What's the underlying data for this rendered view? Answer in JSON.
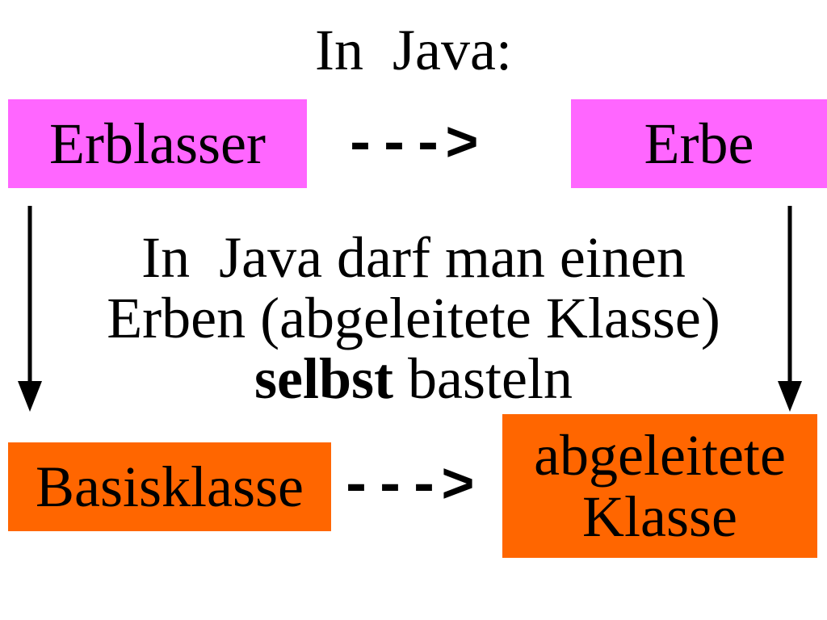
{
  "title": "In  Java:",
  "top_row": {
    "left_box": "Erblasser",
    "connector": "--->",
    "right_box": "Erbe",
    "box_color": "#ff66ff"
  },
  "middle_text": {
    "line1": "In  Java darf man einen",
    "line2": "Erben (abgeleitete Klasse)",
    "line3_bold": "selbst",
    "line3_rest": " basteln"
  },
  "bottom_row": {
    "left_box": "Basisklasse",
    "connector": "--->",
    "right_box_line1": "abgeleitete",
    "right_box_line2": "Klasse",
    "box_color": "#ff6600"
  }
}
